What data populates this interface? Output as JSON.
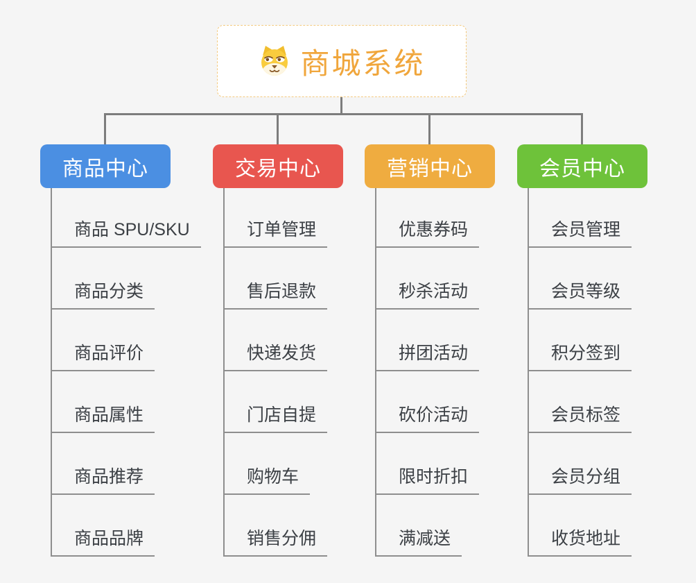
{
  "root": {
    "title": "商城系统",
    "icon": "dog-face-icon",
    "text_color": "#F0A63C",
    "border_color": "#F3C97E"
  },
  "colors": {
    "background": "#F5F5F5",
    "connector": "#7D7D7D",
    "rail": "#8E8E8E",
    "leaf_text": "#3C4045",
    "root_background": "#FFFFFF",
    "branch_text": "#FFFFFF"
  },
  "branches": [
    {
      "label": "商品中心",
      "color": "#4B8FE2",
      "children": [
        "商品 SPU/SKU",
        "商品分类",
        "商品评价",
        "商品属性",
        "商品推荐",
        "商品品牌"
      ]
    },
    {
      "label": "交易中心",
      "color": "#E8564F",
      "children": [
        "订单管理",
        "售后退款",
        "快递发货",
        "门店自提",
        "购物车",
        "销售分佣"
      ]
    },
    {
      "label": "营销中心",
      "color": "#EFAC40",
      "children": [
        "优惠券码",
        "秒杀活动",
        "拼团活动",
        "砍价活动",
        "限时折扣",
        "满减送"
      ]
    },
    {
      "label": "会员中心",
      "color": "#6EC23A",
      "children": [
        "会员管理",
        "会员等级",
        "积分签到",
        "会员标签",
        "会员分组",
        "收货地址"
      ]
    }
  ]
}
